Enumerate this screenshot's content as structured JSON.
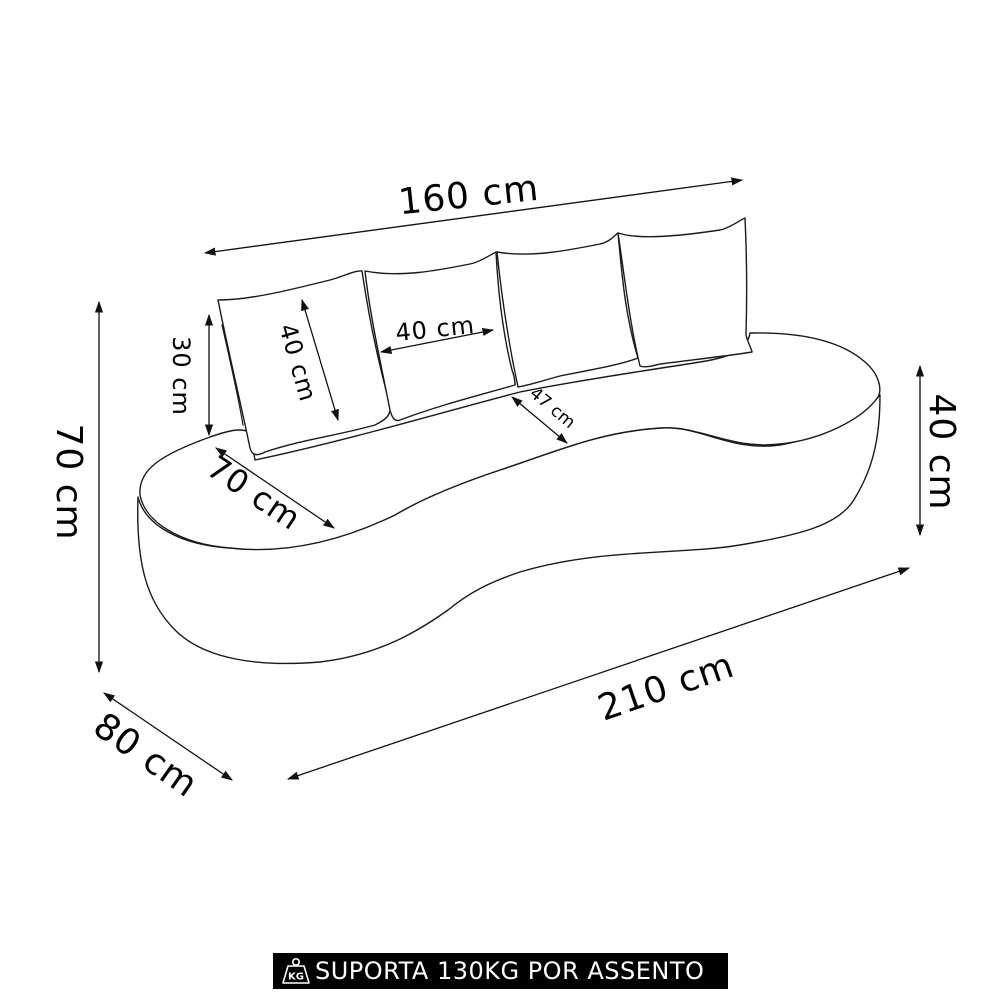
{
  "diagram": {
    "subject": "Curved sofa with four back cushions",
    "colors": {
      "line": "#1a1a1a",
      "background": "#ffffff",
      "banner_bg": "#000000",
      "banner_text": "#ffffff"
    },
    "dimensions": {
      "back_width": "160 cm",
      "total_width": "210 cm",
      "total_height": "70 cm",
      "depth": "80 cm",
      "seat_height": "40 cm",
      "backrest_height": "30 cm",
      "cushion_height": "40 cm",
      "cushion_width": "40 cm",
      "seat_depth": "47 cm",
      "arm_depth": "70 cm"
    },
    "cushion_count": 4
  },
  "banner": {
    "icon": "kg-weight-icon",
    "icon_label": "KG",
    "text": "SUPORTA 130KG POR ASSENTO"
  }
}
